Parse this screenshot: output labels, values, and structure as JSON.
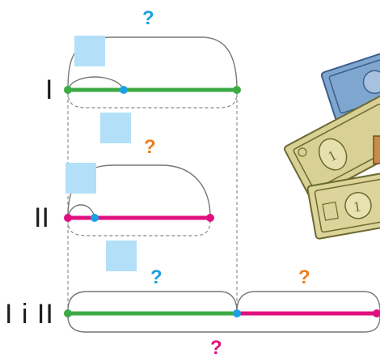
{
  "rows": {
    "row1_label": "I",
    "row2_label": "II",
    "row3_label": "I i II"
  },
  "question_marks": {
    "top": "?",
    "row1_below": "?",
    "row3_left": "?",
    "row3_right": "?",
    "bottom": "?"
  },
  "colors": {
    "green": "#3daa45",
    "magenta": "#e0117f",
    "blue_dot": "#1ba1e2",
    "box": "#b3e0f8",
    "question_blue": "#1aa0df",
    "question_orange": "#f07d1a",
    "question_magenta": "#e0117f",
    "bracket_gray": "#888888"
  },
  "icons": [
    "banknotes-illustration"
  ]
}
